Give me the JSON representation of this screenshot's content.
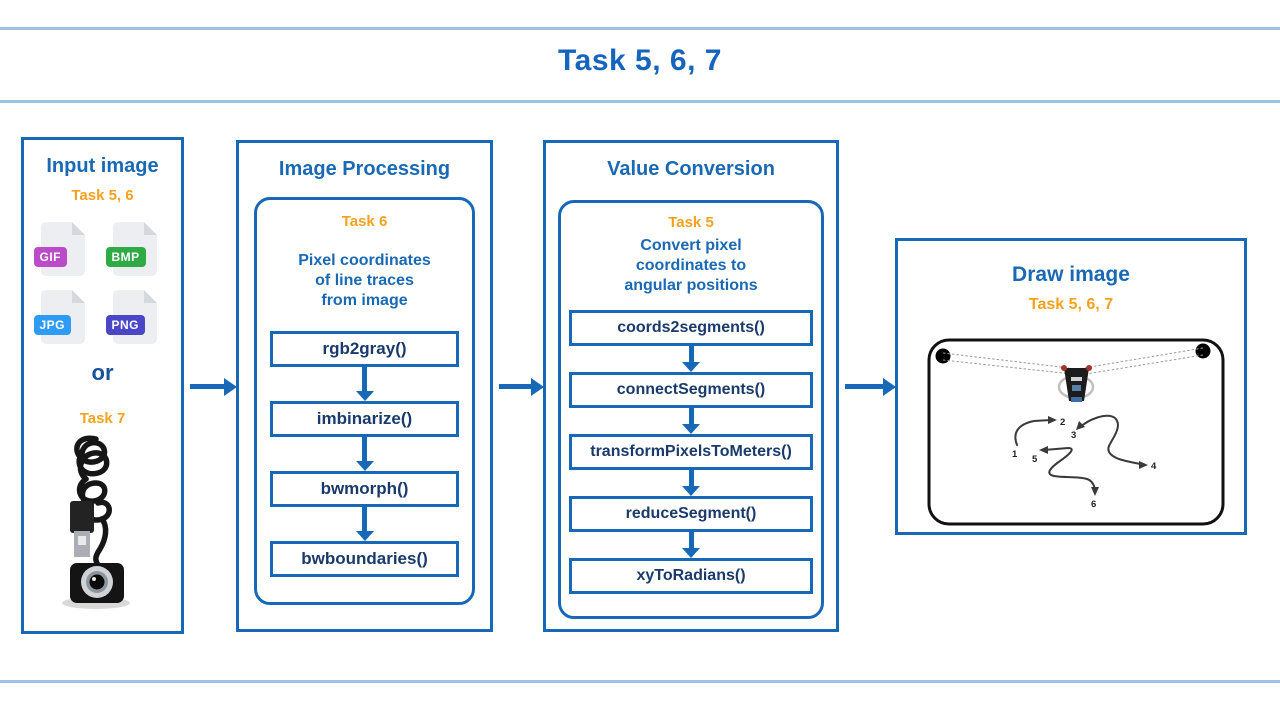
{
  "title": "Task 5, 6, 7",
  "colors": {
    "accent_blue": "#1769B8",
    "title_blue": "#1565BE",
    "divider_blue": "#9CC3E6",
    "orange": "#F6A21E",
    "function_navy": "#1A3A6B",
    "whiteboard_ink": "#333333"
  },
  "columns": {
    "input": {
      "heading": "Input image",
      "task_label": "Task 5, 6",
      "formats": [
        {
          "label": "GIF",
          "color": "#BB4BC8"
        },
        {
          "label": "BMP",
          "color": "#2FAA44"
        },
        {
          "label": "JPG",
          "color": "#2E9CF4"
        },
        {
          "label": "PNG",
          "color": "#4B46C8"
        }
      ],
      "or_label": "or",
      "task7_label": "Task 7"
    },
    "processing": {
      "heading": "Image Processing",
      "task_label": "Task 6",
      "description": "Pixel coordinates\nof line traces\nfrom image",
      "functions": [
        "rgb2gray()",
        "imbinarize()",
        "bwmorph()",
        "bwboundaries()"
      ]
    },
    "conversion": {
      "heading": "Value Conversion",
      "task_label": "Task 5",
      "description": "Convert pixel\ncoordinates to\nangular positions",
      "functions": [
        "coords2segments()",
        "connectSegments()",
        "transformPixelsToMeters()",
        "reduceSegment()",
        "xyToRadians()"
      ]
    },
    "draw": {
      "heading": "Draw image",
      "task_label": "Task 5, 6, 7",
      "waypoints": [
        "1",
        "2",
        "3",
        "4",
        "5",
        "6"
      ]
    }
  }
}
